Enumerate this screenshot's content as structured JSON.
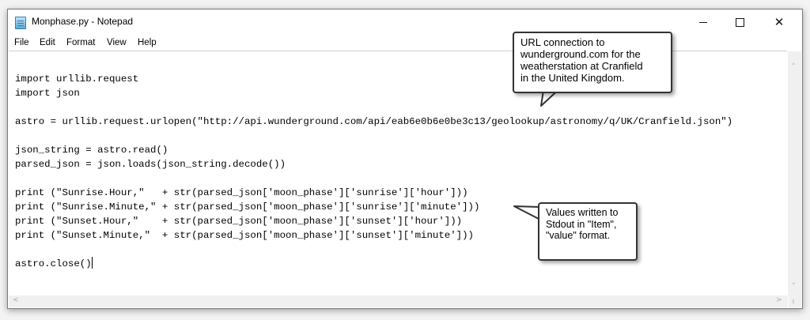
{
  "window": {
    "title": "Monphase.py - Notepad",
    "controls": {
      "minimize": "—",
      "maximize": "☐",
      "close": "✕"
    }
  },
  "menu": [
    "File",
    "Edit",
    "Format",
    "View",
    "Help"
  ],
  "editor": {
    "lines": [
      "",
      "import urllib.request",
      "import json",
      "",
      "astro = urllib.request.urlopen(\"http://api.wunderground.com/api/eab6e0b6e0be3c13/geolookup/astronomy/q/UK/Cranfield.json\")",
      "",
      "json_string = astro.read()",
      "parsed_json = json.loads(json_string.decode())",
      "",
      "print (\"Sunrise.Hour,\"   + str(parsed_json['moon_phase']['sunrise']['hour']))",
      "print (\"Sunrise.Minute,\" + str(parsed_json['moon_phase']['sunrise']['minute']))",
      "print (\"Sunset.Hour,\"    + str(parsed_json['moon_phase']['sunset']['hour']))",
      "print (\"Sunset.Minute,\"  + str(parsed_json['moon_phase']['sunset']['minute']))",
      "",
      "astro.close()"
    ]
  },
  "callouts": {
    "url_note": [
      "URL connection to",
      "wunderground.com for the",
      "weatherstation at Cranfield",
      "in the United Kingdom."
    ],
    "values_note": [
      "Values written to",
      "Stdout in \"Item\",",
      "\"value\" format."
    ]
  },
  "scrollbars": {
    "up": "˄",
    "down": "˅",
    "left": "<",
    "right": ">"
  },
  "grip": "⁞⁞"
}
